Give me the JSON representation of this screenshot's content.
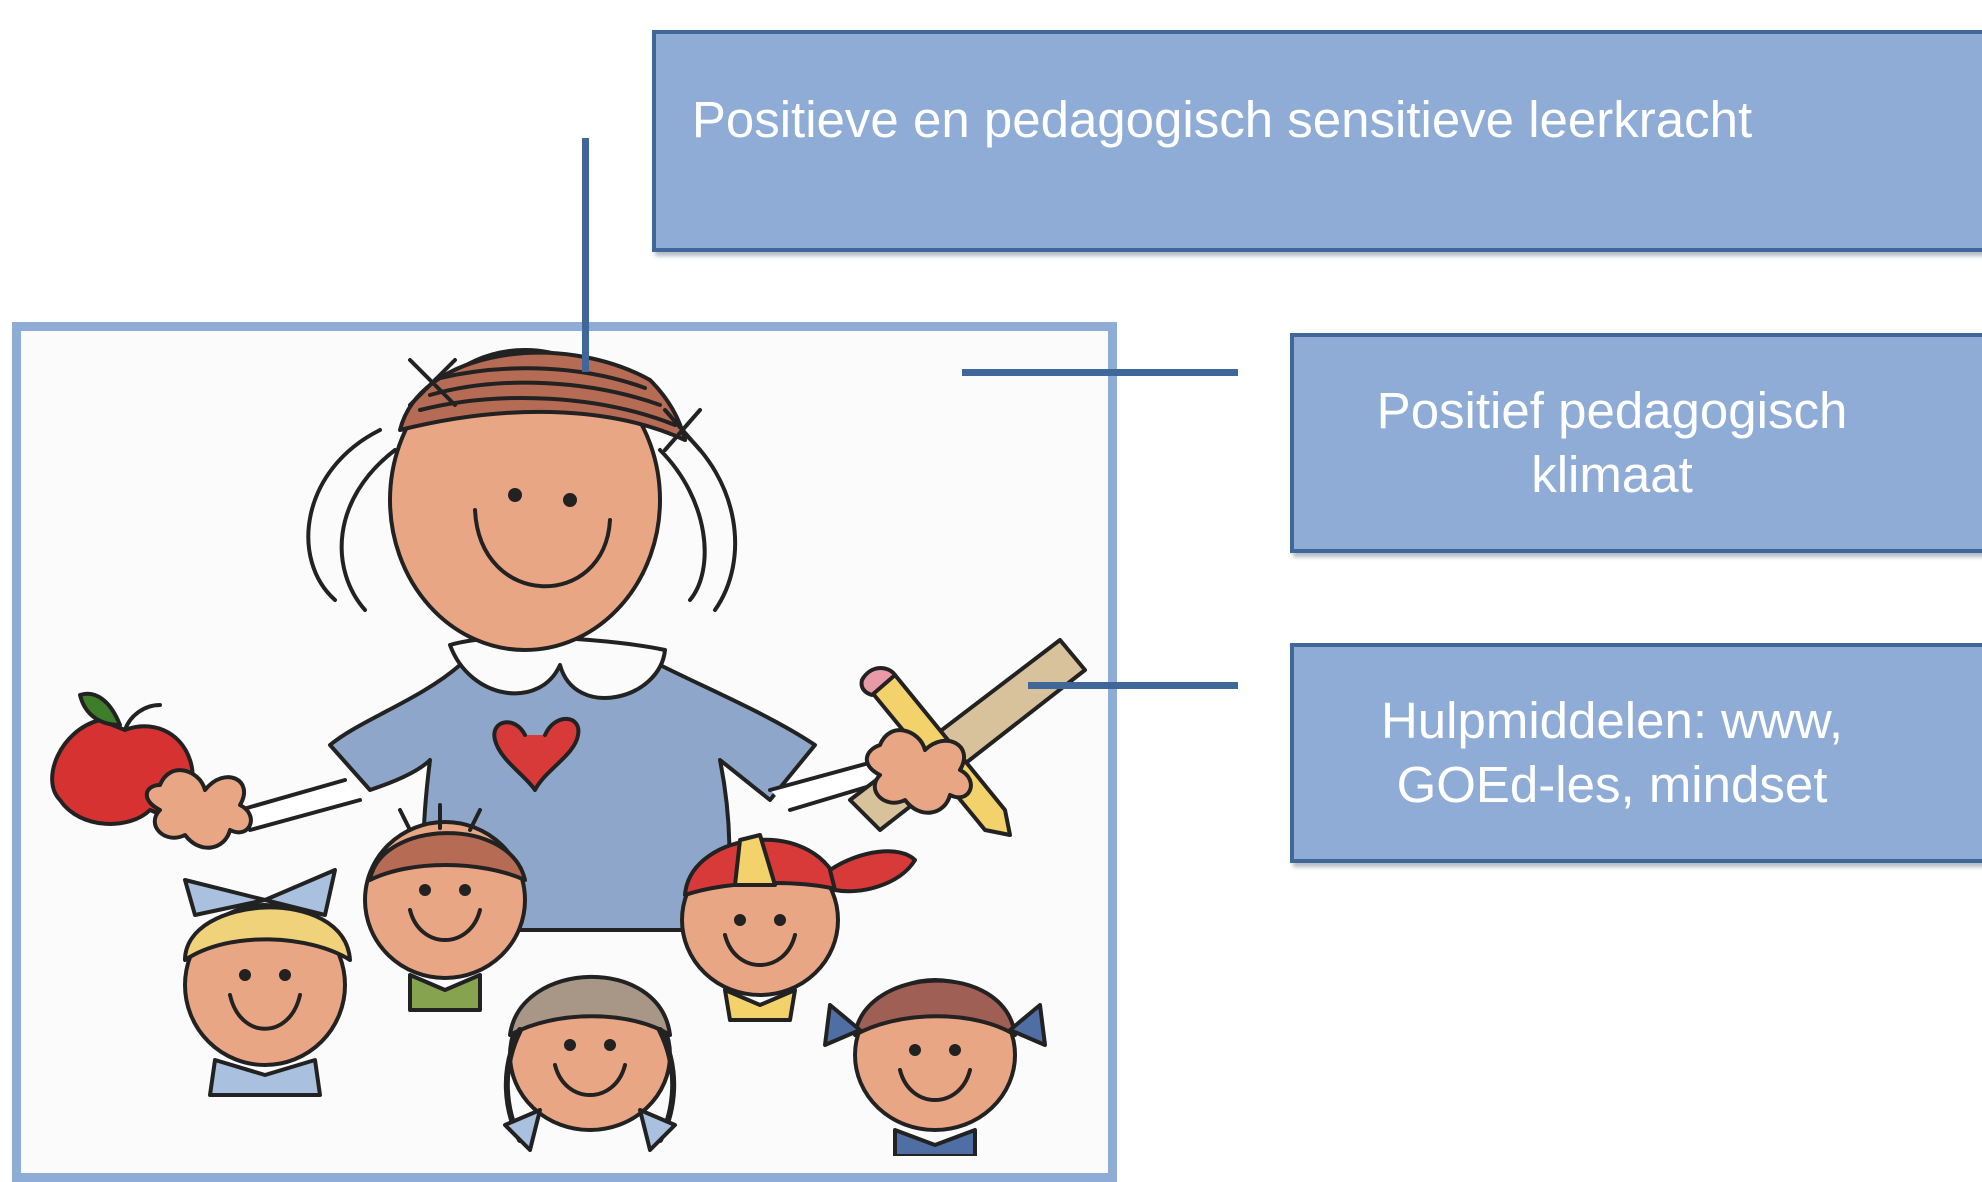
{
  "boxes": {
    "teacher": "Positieve en pedagogisch sensitieve leerkracht",
    "climate": "Positief pedagogisch\nklimaat",
    "tools": "Hulpmiddelen:  www,\nGOEd-les, mindset"
  },
  "colors": {
    "box_fill": "#8FACD6",
    "box_border": "#3F679A",
    "box_text": "#FFFFFF",
    "connector": "#3F679A"
  },
  "illustration": "teacher-with-children-icon"
}
